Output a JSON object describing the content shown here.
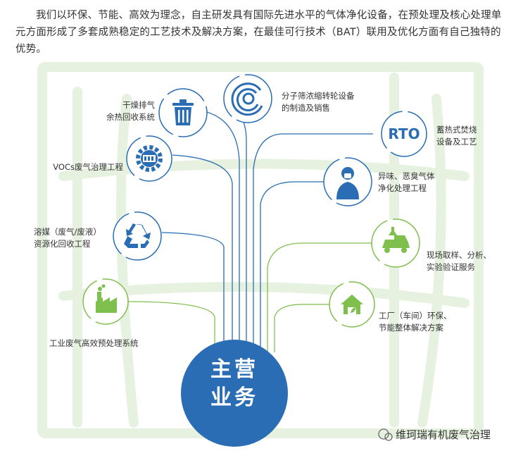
{
  "intro": {
    "text": "我们以环保、节能、高效为理念，自主研发具有国际先进水平的气体净化设备，在预处理及核心处理单元方面形成了多套成熟稳定的工艺技术及解决方案，在最佳可行技术（BAT）联用及优化方面有自己独特的优势。"
  },
  "hub": {
    "line1": "主营",
    "line2": "业务"
  },
  "branches": {
    "dryer": {
      "line1": "干燥排气",
      "line2": "余热回收系统"
    },
    "zeolite": {
      "line1": "分子筛浓缩转轮设备",
      "line2": "的制造及销售"
    },
    "rto": {
      "badge": "RTO",
      "line1": "蓄热式焚烧",
      "line2": "设备及工艺"
    },
    "vocs": {
      "line1": "VOCs废气治理工程"
    },
    "odor": {
      "line1": "异味、恶臭气体",
      "line2": "净化处理工程"
    },
    "solvent": {
      "line1": "溶媒（废气/废液）",
      "line2": "资源化回收工程"
    },
    "sampling": {
      "line1": "现场取样、分析、",
      "line2": "实验验证服务"
    },
    "pretreat": {
      "line1": "工业废气高效预处理系统"
    },
    "factory": {
      "line1": "工厂（车间）环保、",
      "line2": "节能整体解决方案"
    }
  },
  "watermark": {
    "text": "维珂瑞有机废气治理"
  },
  "colors": {
    "blue": "#2a6db4",
    "green": "#7fbf4d",
    "pale_green": "#e6f2df"
  }
}
